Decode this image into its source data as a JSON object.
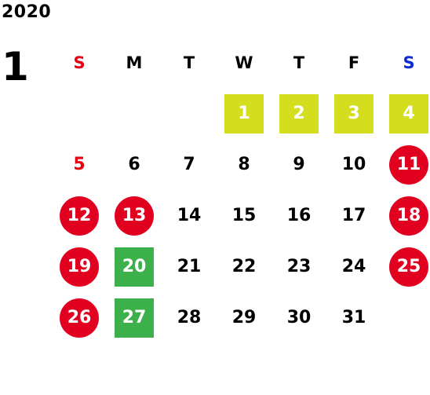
{
  "year": "2020",
  "month": "1",
  "weekdays": [
    "S",
    "M",
    "T",
    "W",
    "T",
    "F",
    "S"
  ],
  "colors": {
    "sunday_text": "#e60012",
    "saturday_text": "#0a2bd6",
    "holiday_circle": "#e1001f",
    "new_year_box": "#d4dd1e",
    "special_box": "#3cb04a"
  },
  "weeks": [
    [
      {
        "day": "",
        "mark": ""
      },
      {
        "day": "",
        "mark": ""
      },
      {
        "day": "",
        "mark": ""
      },
      {
        "day": "1",
        "mark": "yellow"
      },
      {
        "day": "2",
        "mark": "yellow"
      },
      {
        "day": "3",
        "mark": "yellow"
      },
      {
        "day": "4",
        "mark": "yellow"
      }
    ],
    [
      {
        "day": "5",
        "mark": ""
      },
      {
        "day": "6",
        "mark": ""
      },
      {
        "day": "7",
        "mark": ""
      },
      {
        "day": "8",
        "mark": ""
      },
      {
        "day": "9",
        "mark": ""
      },
      {
        "day": "10",
        "mark": ""
      },
      {
        "day": "11",
        "mark": "circle"
      }
    ],
    [
      {
        "day": "12",
        "mark": "circle"
      },
      {
        "day": "13",
        "mark": "circle"
      },
      {
        "day": "14",
        "mark": ""
      },
      {
        "day": "15",
        "mark": ""
      },
      {
        "day": "16",
        "mark": ""
      },
      {
        "day": "17",
        "mark": ""
      },
      {
        "day": "18",
        "mark": "circle"
      }
    ],
    [
      {
        "day": "19",
        "mark": "circle"
      },
      {
        "day": "20",
        "mark": "green"
      },
      {
        "day": "21",
        "mark": ""
      },
      {
        "day": "22",
        "mark": ""
      },
      {
        "day": "23",
        "mark": ""
      },
      {
        "day": "24",
        "mark": ""
      },
      {
        "day": "25",
        "mark": "circle"
      }
    ],
    [
      {
        "day": "26",
        "mark": "circle"
      },
      {
        "day": "27",
        "mark": "green"
      },
      {
        "day": "28",
        "mark": ""
      },
      {
        "day": "29",
        "mark": ""
      },
      {
        "day": "30",
        "mark": ""
      },
      {
        "day": "31",
        "mark": ""
      },
      {
        "day": "",
        "mark": ""
      }
    ]
  ]
}
